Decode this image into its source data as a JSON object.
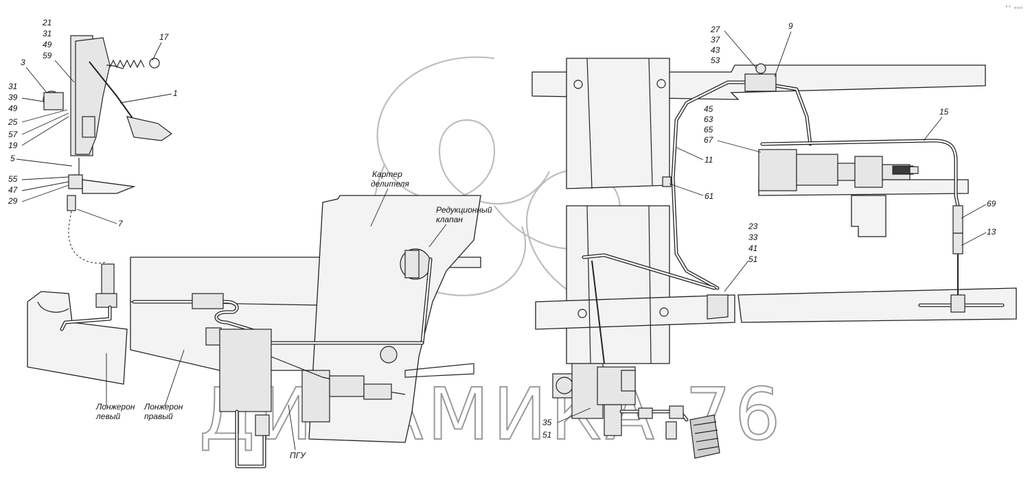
{
  "corner_mark": "⁰⁰ ▫▫▫",
  "watermark": "ДИНАМИКА 76",
  "labels": {
    "n21_31_49_59": [
      "21",
      "31",
      "49",
      "59"
    ],
    "n3": "3",
    "n17": "17",
    "n1": "1",
    "n31_39_49_25_57_19": [
      "31",
      "39",
      "49",
      "25",
      "57",
      "19"
    ],
    "n5": "5",
    "n55_47_29": [
      "55",
      "47",
      "29"
    ],
    "n7": "7",
    "karter": [
      "Картер",
      "делителя"
    ],
    "redukc": [
      "Редукционный",
      "клапан"
    ],
    "lonzh_left": [
      "Лонжерон",
      "левый"
    ],
    "lonzh_right": [
      "Лонжерон",
      "правый"
    ],
    "pgu": "ПГУ",
    "n27_37_43_53": [
      "27",
      "37",
      "43",
      "53"
    ],
    "n9": "9",
    "n45_63_65_67": [
      "45",
      "63",
      "65",
      "67"
    ],
    "n11": "11",
    "n61": "61",
    "n15": "15",
    "n69": "69",
    "n13": "13",
    "n23_33_41_51": [
      "23",
      "33",
      "41",
      "51"
    ],
    "n35_51": [
      "35",
      "51"
    ]
  }
}
